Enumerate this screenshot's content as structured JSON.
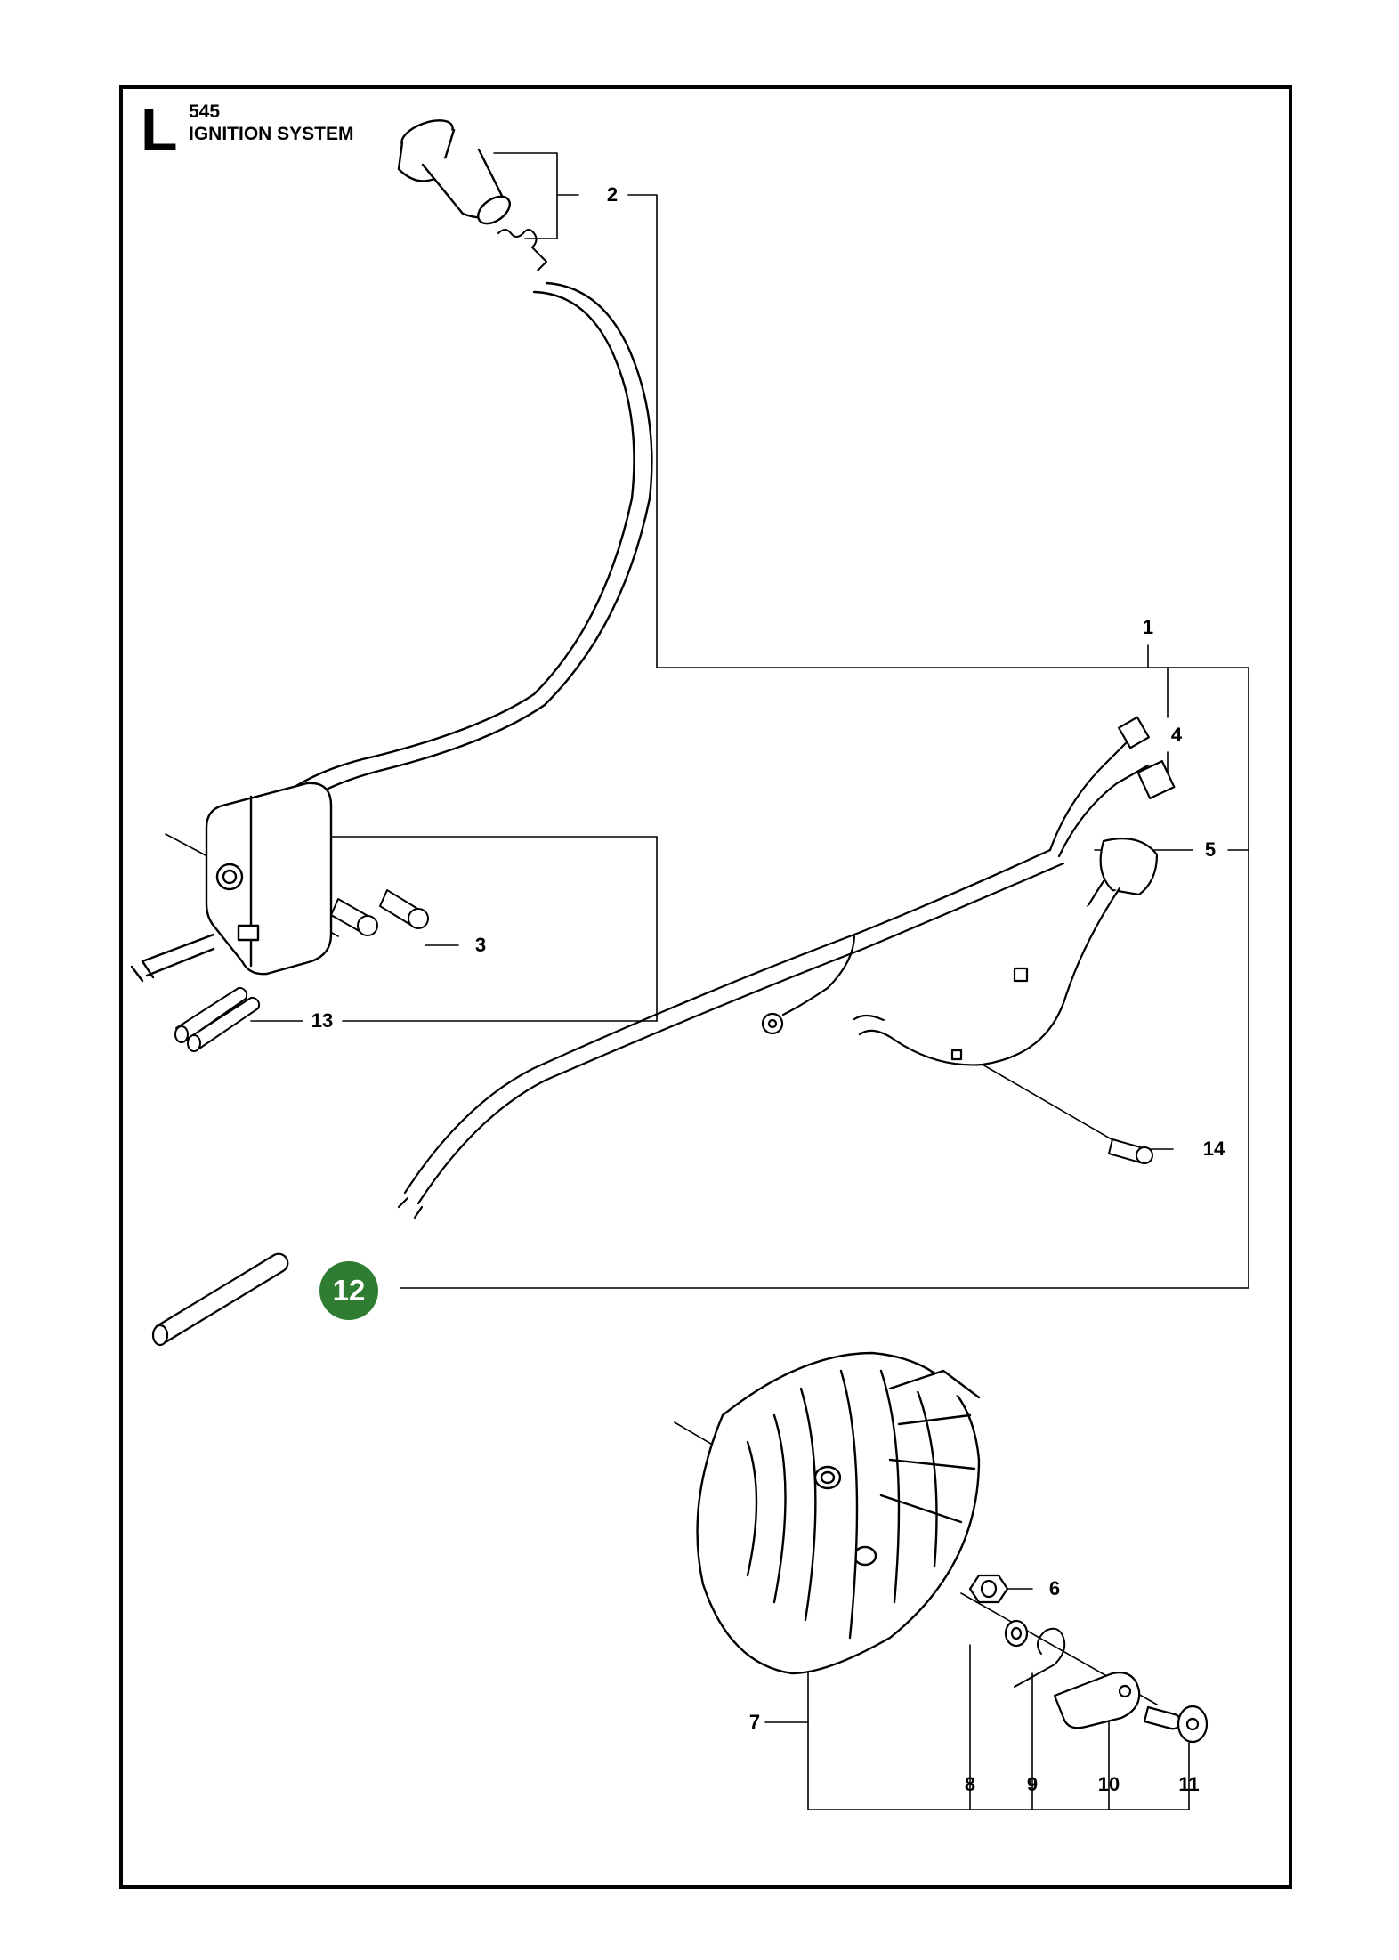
{
  "header": {
    "section_letter": "L",
    "model": "545",
    "title": "IGNITION SYSTEM"
  },
  "colors": {
    "line": "#000000",
    "badge_fill": "#2e7d32"
  },
  "callouts": {
    "c1": "1",
    "c2": "2",
    "c3": "3",
    "c4": "4",
    "c5": "5",
    "c6": "6",
    "c7": "7",
    "c8": "8",
    "c9": "9",
    "c10": "10",
    "c11": "11",
    "c12": "12",
    "c13": "13",
    "c14": "14"
  }
}
